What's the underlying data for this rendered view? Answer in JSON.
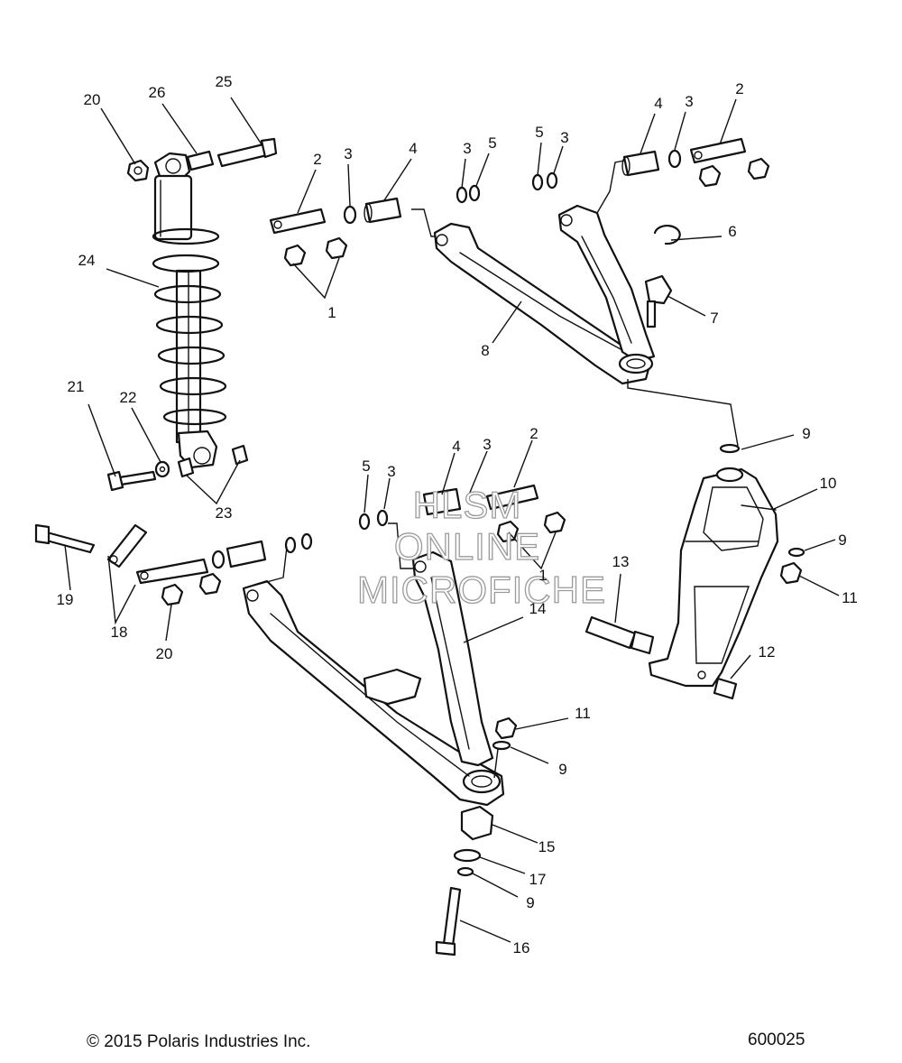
{
  "footer": {
    "copyright": "© 2015 Polaris Industries Inc.",
    "diagram_id": "600025"
  },
  "watermark": [
    "HLSM",
    "ONLINE",
    "MICROFICHE"
  ],
  "callouts": [
    {
      "id": "c20a",
      "label": "20"
    },
    {
      "id": "c26",
      "label": "26"
    },
    {
      "id": "c25",
      "label": "25"
    },
    {
      "id": "c2a",
      "label": "2"
    },
    {
      "id": "c3a",
      "label": "3"
    },
    {
      "id": "c4a",
      "label": "4"
    },
    {
      "id": "c3b",
      "label": "3"
    },
    {
      "id": "c5a",
      "label": "5"
    },
    {
      "id": "c5b",
      "label": "5"
    },
    {
      "id": "c3c",
      "label": "3"
    },
    {
      "id": "c4b",
      "label": "4"
    },
    {
      "id": "c3d",
      "label": "3"
    },
    {
      "id": "c2b",
      "label": "2"
    },
    {
      "id": "c6",
      "label": "6"
    },
    {
      "id": "c7",
      "label": "7"
    },
    {
      "id": "c1a",
      "label": "1"
    },
    {
      "id": "c24",
      "label": "24"
    },
    {
      "id": "c8",
      "label": "8"
    },
    {
      "id": "c9a",
      "label": "9"
    },
    {
      "id": "c10",
      "label": "10"
    },
    {
      "id": "c9b",
      "label": "9"
    },
    {
      "id": "c11a",
      "label": "11"
    },
    {
      "id": "c21",
      "label": "21"
    },
    {
      "id": "c22",
      "label": "22"
    },
    {
      "id": "c23",
      "label": "23"
    },
    {
      "id": "c4c",
      "label": "4"
    },
    {
      "id": "c3e",
      "label": "3"
    },
    {
      "id": "c2c",
      "label": "2"
    },
    {
      "id": "c5c",
      "label": "5"
    },
    {
      "id": "c3f",
      "label": "3"
    },
    {
      "id": "c1b",
      "label": "1"
    },
    {
      "id": "c19",
      "label": "19"
    },
    {
      "id": "c18",
      "label": "18"
    },
    {
      "id": "c20b",
      "label": "20"
    },
    {
      "id": "c13",
      "label": "13"
    },
    {
      "id": "c14",
      "label": "14"
    },
    {
      "id": "c12",
      "label": "12"
    },
    {
      "id": "c11b",
      "label": "11"
    },
    {
      "id": "c9c",
      "label": "9"
    },
    {
      "id": "c15",
      "label": "15"
    },
    {
      "id": "c17",
      "label": "17"
    },
    {
      "id": "c9d",
      "label": "9"
    },
    {
      "id": "c16",
      "label": "16"
    }
  ]
}
